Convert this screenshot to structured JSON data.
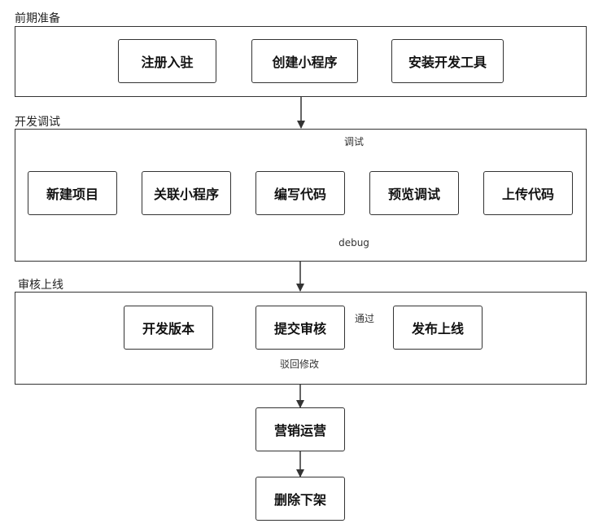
{
  "sections": {
    "s1": "前期准备",
    "s2": "开发调试",
    "s3": "审核上线"
  },
  "nodes": {
    "register": "注册入驻",
    "create_mini": "创建小程序",
    "install_tools": "安装开发工具",
    "new_project": "新建项目",
    "link_mini": "关联小程序",
    "write_code": "编写代码",
    "preview_debug": "预览调试",
    "upload_code": "上传代码",
    "dev_version": "开发版本",
    "submit_review": "提交审核",
    "publish": "发布上线",
    "operate": "营销运营",
    "delete_offline": "删除下架"
  },
  "edges": {
    "tiaoshi": "调试",
    "debug": "debug",
    "pass": "通过",
    "reject": "驳回修改"
  }
}
